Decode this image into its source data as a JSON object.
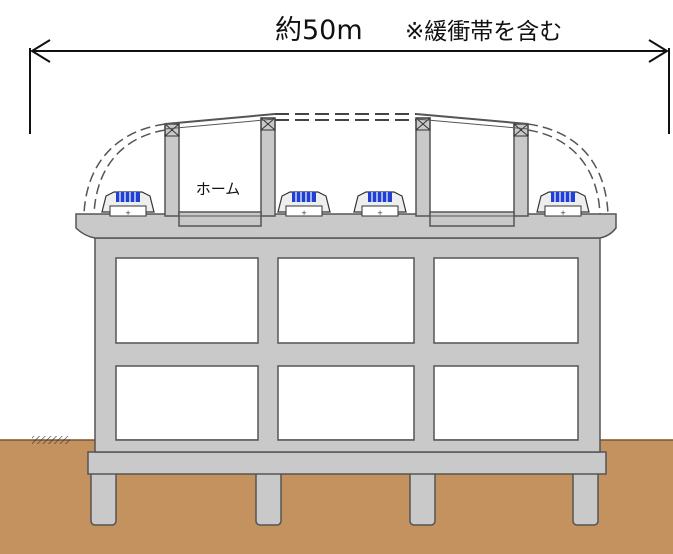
{
  "dimension": {
    "width_label": "約50m",
    "note": "※緩衝帯を含む"
  },
  "labels": {
    "platform": "ホーム"
  },
  "colors": {
    "ground": "#c4925e",
    "ground_line": "#7a5330",
    "concrete": "#c9c9c9",
    "concrete_edge": "#555555",
    "train_accent": "#1f3fd6",
    "background": "#ffffff"
  },
  "counts": {
    "tracks": 4,
    "piles": 4,
    "platforms": 2
  }
}
